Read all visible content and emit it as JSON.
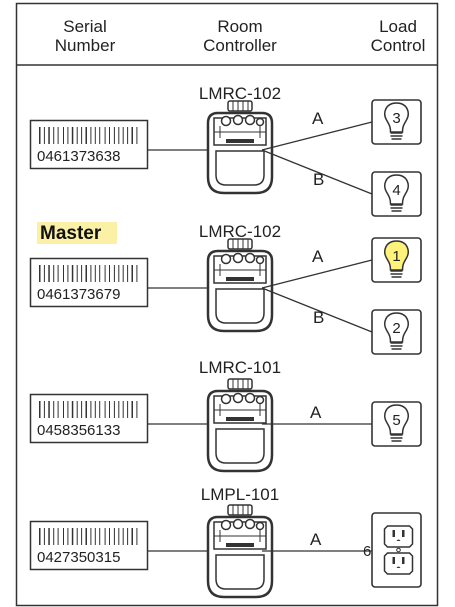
{
  "headers": {
    "serial": [
      "Serial",
      "Number"
    ],
    "room": [
      "Room",
      "Controller"
    ],
    "load": [
      "Load",
      "Control"
    ]
  },
  "master_label": "Master",
  "colors": {
    "master_highlight": "#fbf1a6",
    "lit_bulb": "#fdf27a",
    "line": "#333333",
    "background": "#ffffff"
  },
  "rows": [
    {
      "model": "LMRC-102",
      "serial": "0461373638",
      "is_master": false,
      "branches": [
        {
          "label": "A",
          "load": {
            "type": "bulb-icon",
            "number": "3",
            "lit": false
          }
        },
        {
          "label": "B",
          "load": {
            "type": "bulb-icon",
            "number": "4",
            "lit": false
          }
        }
      ]
    },
    {
      "model": "LMRC-102",
      "serial": "0461373679",
      "is_master": true,
      "branches": [
        {
          "label": "A",
          "load": {
            "type": "bulb-icon",
            "number": "1",
            "lit": true
          }
        },
        {
          "label": "B",
          "load": {
            "type": "bulb-icon",
            "number": "2",
            "lit": false
          }
        }
      ]
    },
    {
      "model": "LMRC-101",
      "serial": "0458356133",
      "is_master": false,
      "branches": [
        {
          "label": "A",
          "load": {
            "type": "bulb-icon",
            "number": "5",
            "lit": false
          }
        }
      ]
    },
    {
      "model": "LMPL-101",
      "serial": "0427350315",
      "is_master": false,
      "branches": [
        {
          "label": "A",
          "load": {
            "type": "outlet-icon",
            "number": "6",
            "lit": false
          }
        }
      ]
    }
  ]
}
